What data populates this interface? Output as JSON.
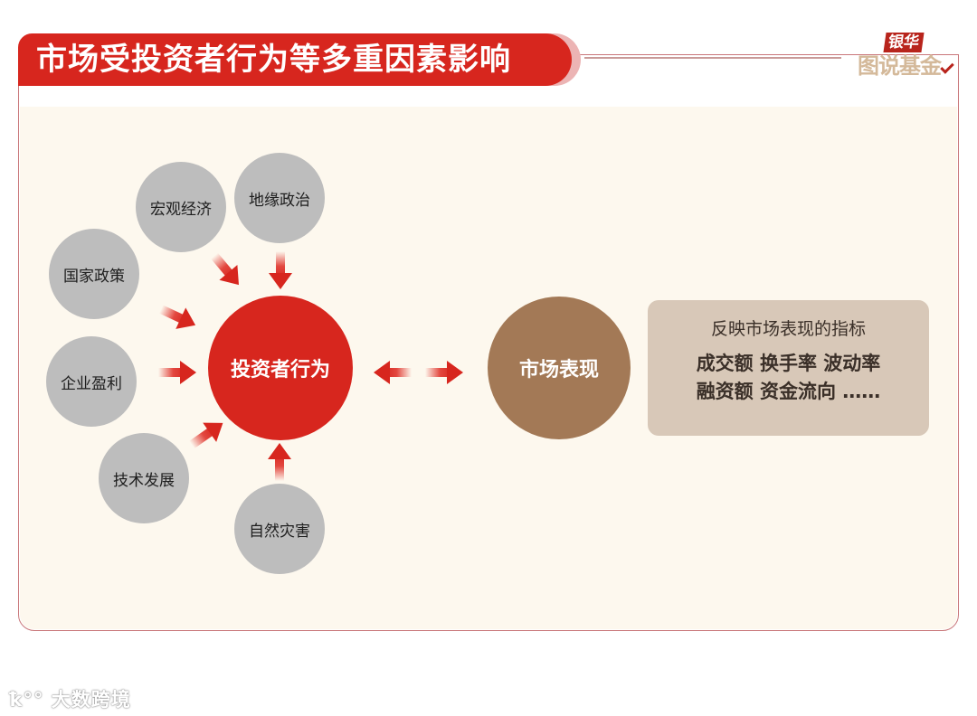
{
  "header": {
    "title": "市场受投资者行为等多重因素影响",
    "logo_top": "银华",
    "logo_main": "图说基金"
  },
  "diagram": {
    "center_node": "投资者行为",
    "factors": [
      {
        "label": "宏观经济"
      },
      {
        "label": "地缘政治"
      },
      {
        "label": "国家政策"
      },
      {
        "label": "企业盈利"
      },
      {
        "label": "技术发展"
      },
      {
        "label": "自然灾害"
      }
    ],
    "market_node": "市场表现",
    "indicators": {
      "title": "反映市场表现的指标",
      "line1": "成交额 换手率 波动率",
      "line2": "融资额 资金流向 ……"
    }
  },
  "colors": {
    "accent_red": "#d7261e",
    "factor_gray": "#bdbdbd",
    "market_brown": "#a37956",
    "info_bg": "#d8c8b8",
    "panel_bg": "#fdf8ee"
  },
  "watermark": "大数跨境"
}
